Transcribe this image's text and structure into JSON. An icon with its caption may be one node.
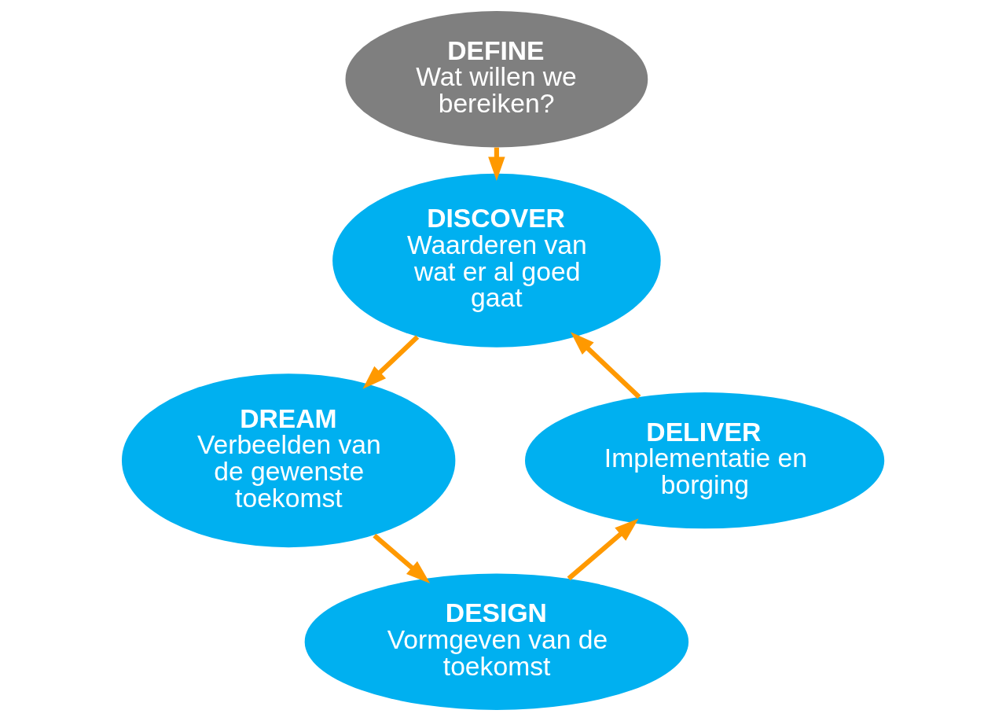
{
  "diagram": {
    "nodes": [
      {
        "text": [
          "DEFINE",
          "Wat willen we bereiken?"
        ]
      },
      {
        "text": [
          "DISCOVER",
          "Waarderen van wat er al goed gaat"
        ]
      },
      {
        "text": [
          "DREAM",
          "Verbeelden van de gewenste toekomst"
        ]
      },
      {
        "text": [
          "DESIGN",
          "Vormgeven van de toekomst"
        ]
      },
      {
        "text": [
          "DELIVER",
          "Implementatie en borging"
        ]
      }
    ],
    "edges": [
      {
        "from": 0,
        "to": 1,
        "arrow": "to"
      },
      {
        "from": 1,
        "to": 2,
        "arrow": "to"
      },
      {
        "from": 2,
        "to": 3,
        "arrow": "to"
      },
      {
        "from": 3,
        "to": 4,
        "arrow": "to"
      },
      {
        "from": 4,
        "to": 1,
        "arrow": "to"
      }
    ]
  }
}
